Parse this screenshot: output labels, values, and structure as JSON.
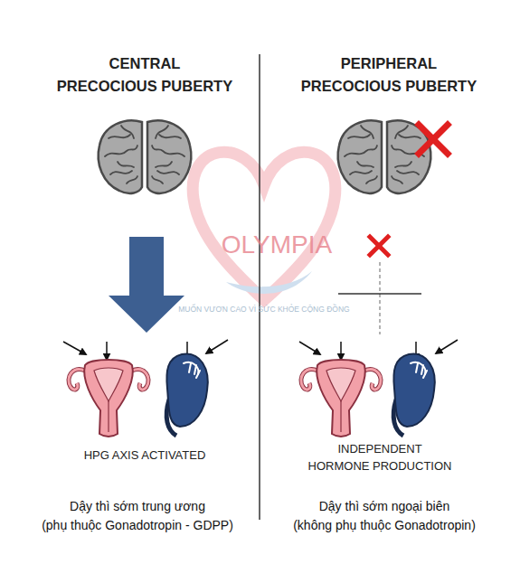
{
  "diagram": {
    "labels": [
      "CENTRAL PRECOCIOUS PUBERTY",
      "PERIPHERAL PRECOCIOUS PUBERTY",
      "OLYMPIA",
      "MUỐN VƯƠN CAO VÌ SỨC KHỎE CỘNG ĐỒNG",
      "HPG AXIS ACTIVATED",
      "INDEPENDENT HORMONE PRODUCTION",
      "Dậy thì sớm trung ương (phụ thuộc Gonadotropin - GDPP)",
      "Dậy thì sớm ngoại biên (không phụ thuộc Gonadotropin)"
    ]
  }
}
